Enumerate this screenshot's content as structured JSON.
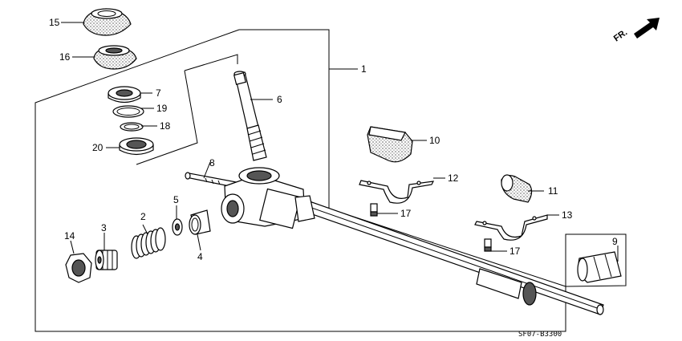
{
  "diagram": {
    "code": "SF07-B3300",
    "direction_label": "FR.",
    "callouts": {
      "p1": "1",
      "p2": "2",
      "p3": "3",
      "p4": "4",
      "p5": "5",
      "p6": "6",
      "p7": "7",
      "p8": "8",
      "p9": "9",
      "p10": "10",
      "p11": "11",
      "p12": "12",
      "p13": "13",
      "p14": "14",
      "p15": "15",
      "p16": "16",
      "p17a": "17",
      "p17b": "17",
      "p18": "18",
      "p19": "19",
      "p20": "20"
    }
  }
}
